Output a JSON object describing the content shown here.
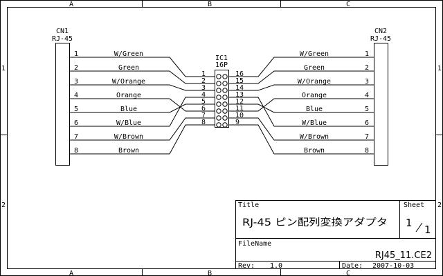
{
  "border": {
    "columns": [
      "A",
      "B",
      "C"
    ],
    "rows": [
      "1",
      "2"
    ]
  },
  "cn1": {
    "designator": "CN1",
    "part": "RJ-45",
    "pins": [
      "1",
      "2",
      "3",
      "4",
      "5",
      "6",
      "7",
      "8"
    ]
  },
  "cn2": {
    "designator": "CN2",
    "part": "RJ-45",
    "pins": [
      "1",
      "2",
      "3",
      "4",
      "5",
      "6",
      "7",
      "8"
    ]
  },
  "ic1": {
    "designator": "IC1",
    "part": "16P",
    "left_pins": [
      "1",
      "2",
      "3",
      "4",
      "5",
      "6",
      "7",
      "8"
    ],
    "right_pins": [
      "16",
      "15",
      "14",
      "13",
      "12",
      "11",
      "10",
      "9"
    ]
  },
  "wires_left": [
    "W/Green",
    "Green",
    "W/Orange",
    "Orange",
    "Blue",
    "W/Blue",
    "W/Brown",
    "Brown"
  ],
  "wires_right": [
    "W/Green",
    "Green",
    "W/Orange",
    "Orange",
    "Blue",
    "W/Blue",
    "W/Brown",
    "Brown"
  ],
  "title_block": {
    "title_label": "Title",
    "title": "RJ-45 ピン配列変換アダプタ",
    "sheet_label": "Sheet",
    "sheet_number": "1",
    "sheet_total": "1",
    "filename_label": "FileName",
    "filename": "RJ45_11.CE2",
    "rev_label": "Rev:",
    "rev": "1.0",
    "date_label": "Date:",
    "date": "2007-10-03"
  }
}
